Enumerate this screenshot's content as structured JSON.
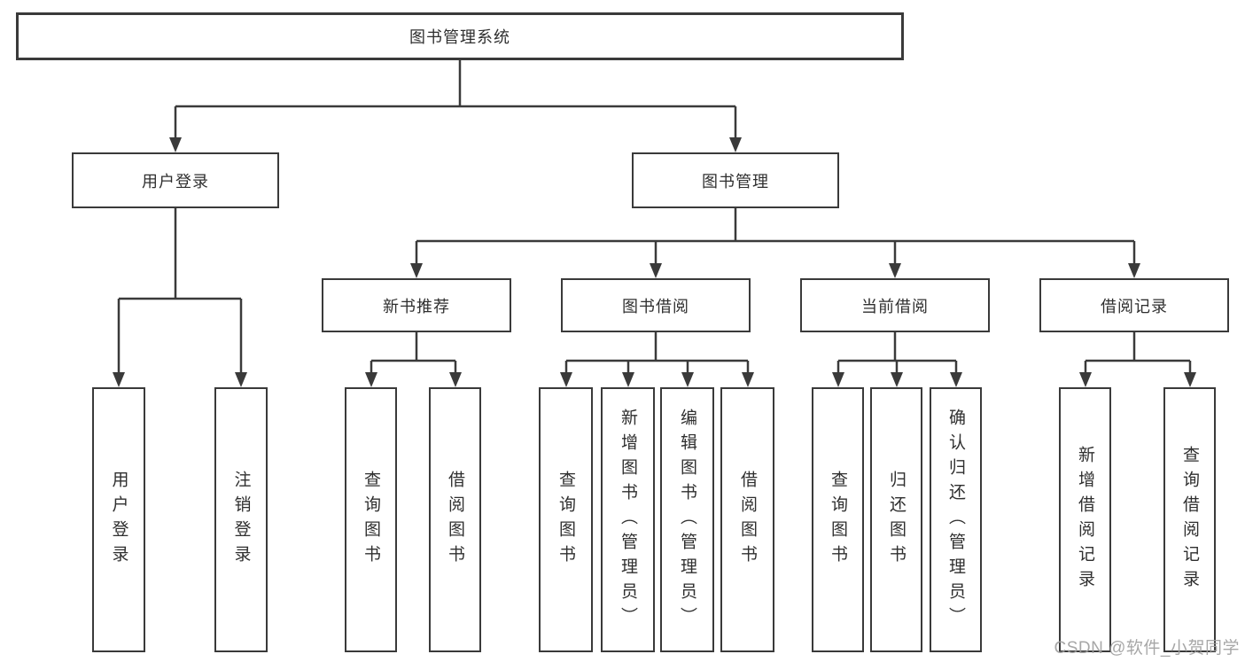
{
  "colors": {
    "line": "#3a3a3a",
    "text": "#2f2f2f",
    "background": "#ffffff",
    "watermark": "#9e9e9e"
  },
  "watermark": "CSDN @软件_小贺同学",
  "tree": {
    "label": "图书管理系统",
    "children": [
      {
        "label": "用户登录",
        "children": [
          {
            "label": "用户登录"
          },
          {
            "label": "注销登录"
          }
        ]
      },
      {
        "label": "图书管理",
        "children": [
          {
            "label": "新书推荐",
            "children": [
              {
                "label": "查询图书"
              },
              {
                "label": "借阅图书"
              }
            ]
          },
          {
            "label": "图书借阅",
            "children": [
              {
                "label": "查询图书"
              },
              {
                "label": "新增图书（管理员）"
              },
              {
                "label": "编辑图书（管理员）"
              },
              {
                "label": "借阅图书"
              }
            ]
          },
          {
            "label": "当前借阅",
            "children": [
              {
                "label": "查询图书"
              },
              {
                "label": "归还图书"
              },
              {
                "label": "确认归还（管理员）"
              }
            ]
          },
          {
            "label": "借阅记录",
            "children": [
              {
                "label": "新增借阅记录"
              },
              {
                "label": "查询借阅记录"
              }
            ]
          }
        ]
      }
    ]
  }
}
